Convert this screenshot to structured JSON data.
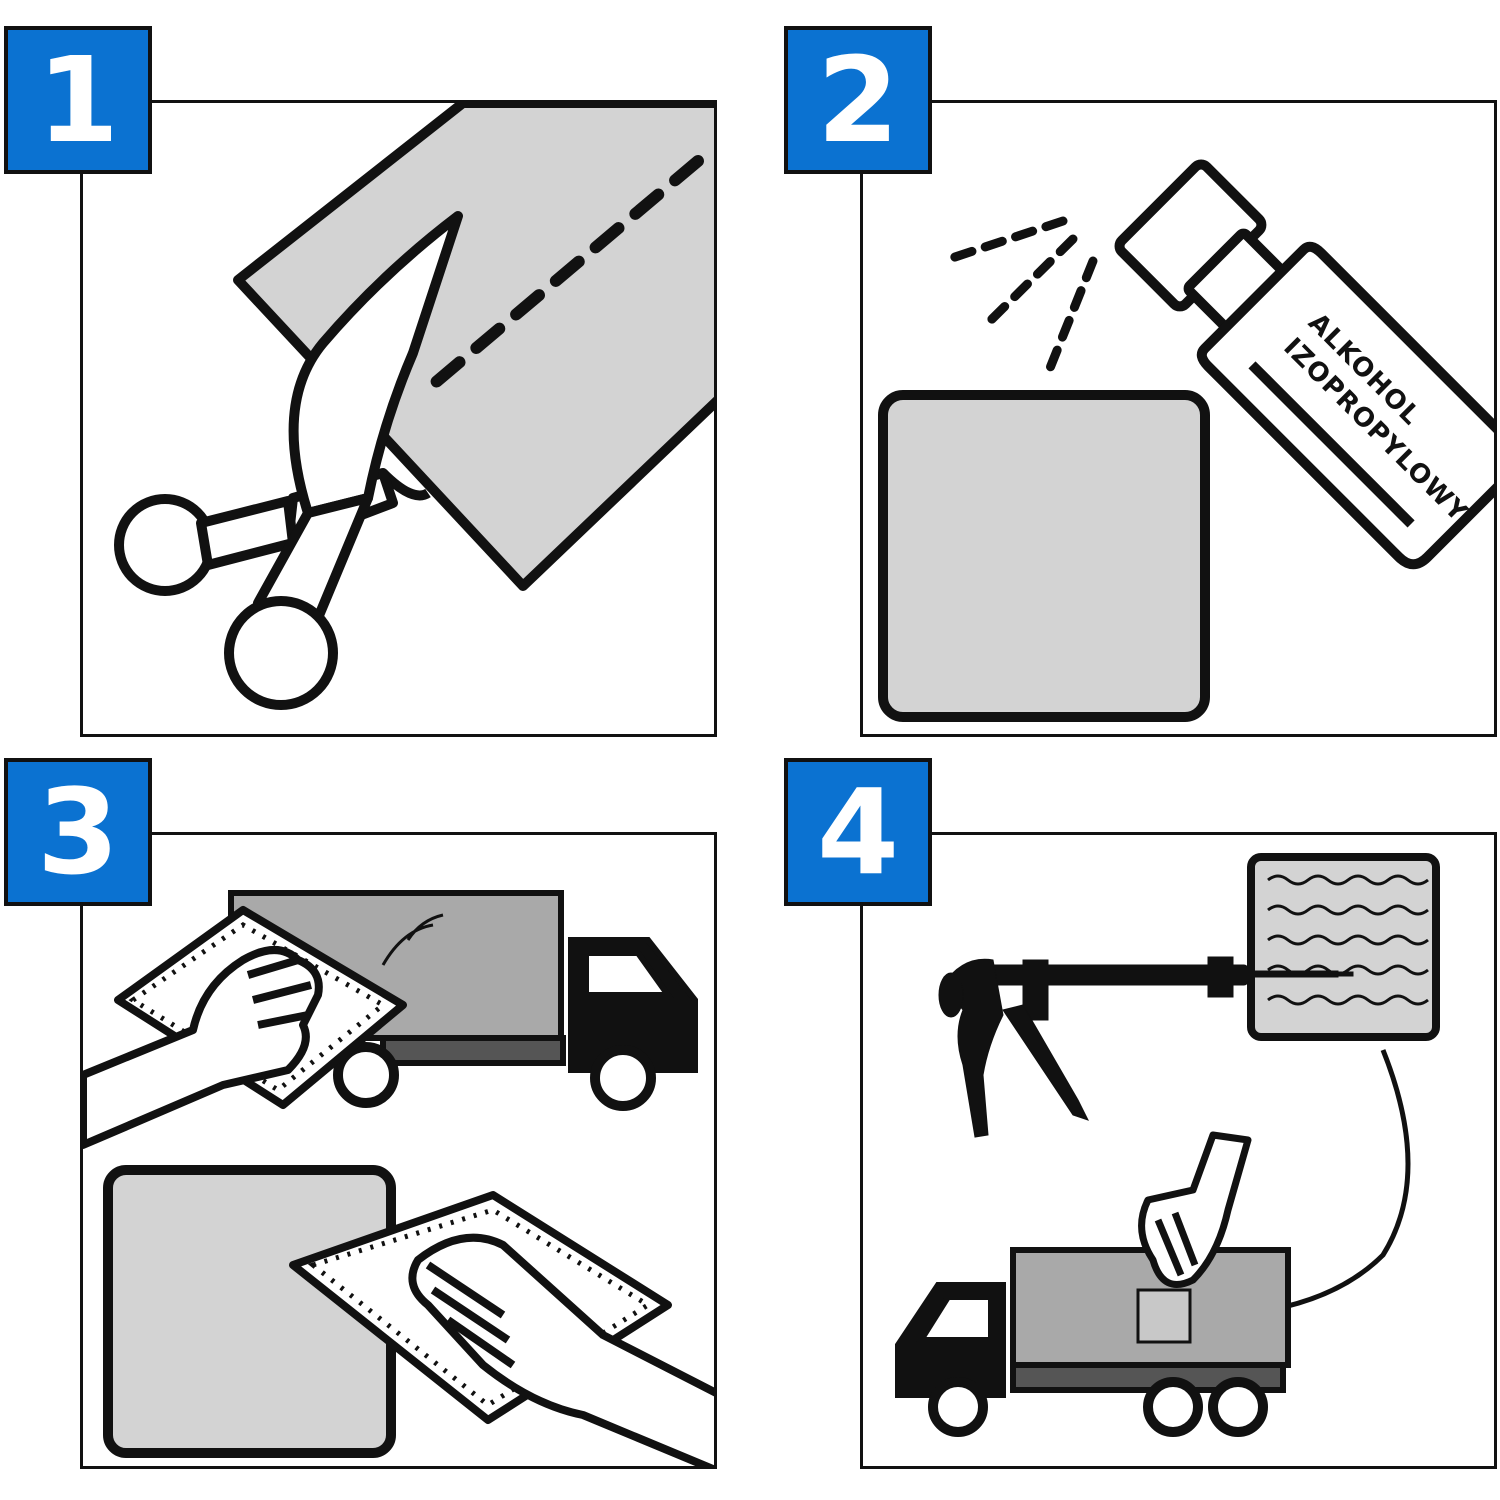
{
  "steps": [
    {
      "number": "1"
    },
    {
      "number": "2",
      "bottle_label_line1": "ALKOHOL",
      "bottle_label_line2": "IZOPROPYLOWY"
    },
    {
      "number": "3"
    },
    {
      "number": "4"
    }
  ],
  "colors": {
    "badge": "#0b72d1",
    "outline": "#111111",
    "patch_gray": "#d3d3d3",
    "truck_body_gray": "#a9a9a9"
  },
  "icons": [
    "scissors-icon",
    "spray-bottle-icon",
    "wipe-cloth-icon",
    "hand-icon",
    "truck-icon",
    "caulking-gun-icon",
    "patch-icon"
  ]
}
